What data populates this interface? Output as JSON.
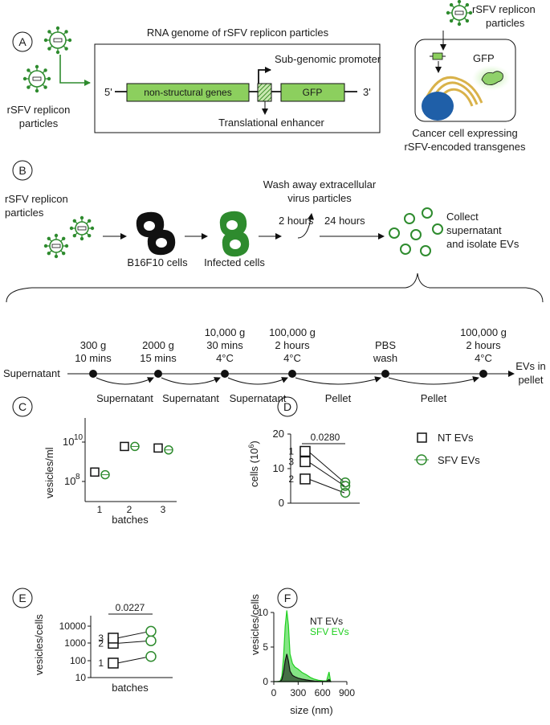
{
  "panels": [
    "A",
    "B",
    "C",
    "D",
    "E",
    "F"
  ],
  "colors": {
    "green": "#2e8b2e",
    "light_green": "#8fd16a",
    "bright_green": "#20d020",
    "gene_green": "#8ccf5e",
    "blue": "#1f5fa8",
    "gold": "#d9b24a",
    "black": "#111111"
  },
  "panel_a": {
    "particles_label_1": "rSFV replicon",
    "particles_label_2": "particles",
    "genome_title": "RNA genome of rSFV replicon particles",
    "five_prime": "5'",
    "three_prime": "3'",
    "nonstructural": "non-structural genes",
    "gfp": "GFP",
    "subgenomic": "Sub-genomic promoter",
    "enhancer": "Translational enhancer",
    "cell_particles_1": "rSFV replicon",
    "cell_particles_2": "particles",
    "cell_gfp": "GFP",
    "cell_caption_1": "Cancer cell expressing",
    "cell_caption_2": "rSFV-encoded transgenes"
  },
  "panel_b": {
    "particles_1": "rSFV replicon",
    "particles_2": "particles",
    "b16": "B16F10 cells",
    "infected": "Infected cells",
    "wash_1": "Wash away extracellular",
    "wash_2": "virus particles",
    "two_hours": "2 hours",
    "twentyfour_hours": "24 hours",
    "collect_1": "Collect",
    "collect_2": "supernatant",
    "collect_3": "and isolate EVs",
    "start": "Supernatant",
    "end_1": "EVs in",
    "end_2": "pellet",
    "steps": [
      {
        "lines": [
          "300 g",
          "10 mins"
        ]
      },
      {
        "lines": [
          "2000 g",
          "15 mins"
        ]
      },
      {
        "lines": [
          "10,000 g",
          "30 mins",
          "4°C"
        ]
      },
      {
        "lines": [
          "100,000 g",
          "2 hours",
          "4°C"
        ]
      },
      {
        "lines": [
          "PBS",
          "wash"
        ]
      },
      {
        "lines": [
          "100,000 g",
          "2 hours",
          "4°C"
        ]
      }
    ],
    "transfers": [
      "Supernatant",
      "Supernatant",
      "Supernatant",
      "Pellet",
      "Pellet"
    ]
  },
  "panel_c": {
    "ylabel": "vesicles/ml",
    "xlabel": "batches",
    "ytick_1": "10",
    "ytick_1_exp": "8",
    "ytick_2": "10",
    "ytick_2_exp": "10",
    "batch_labels": [
      "1",
      "2",
      "3"
    ],
    "nt_values": [
      300000000.0,
      6000000000.0,
      5000000000.0
    ],
    "sfv_values": [
      220000000.0,
      6000000000.0,
      4000000000.0
    ]
  },
  "panel_d": {
    "ylabel": "cells (10",
    "ylabel_exp": "6",
    "ylabel_end": ")",
    "yticks": [
      "0",
      "10",
      "20"
    ],
    "pvalue": "0.0280",
    "nt_values": [
      15,
      12,
      7
    ],
    "sfv_values": [
      6,
      5,
      3
    ],
    "point_labels": [
      "1",
      "3",
      "2"
    ],
    "legend_nt": "NT EVs",
    "legend_sfv": "SFV EVs"
  },
  "panel_e": {
    "ylabel": "vesicles/cells",
    "xlabel": "batches",
    "yticks": [
      "10",
      "100",
      "1000",
      "10000"
    ],
    "pvalue": "0.0227",
    "nt_values": [
      70,
      1000,
      2000
    ],
    "sfv_values": [
      170,
      1400,
      5000
    ],
    "point_labels": [
      "1",
      "2",
      "3"
    ]
  },
  "chart_data": {
    "type": "line",
    "ylabel": "vesicles/cells",
    "xlabel": "size (nm)",
    "xticks": [
      "0",
      "300",
      "600",
      "900"
    ],
    "yticks": [
      "0",
      "5",
      "10"
    ],
    "xlim": [
      0,
      900
    ],
    "ylim": [
      0,
      11
    ],
    "series": [
      {
        "name": "NT EVs",
        "x": [
          0,
          40,
          60,
          80,
          100,
          120,
          140,
          160,
          180,
          200,
          230,
          260,
          300,
          350,
          400,
          450,
          500,
          550,
          600,
          650,
          680,
          700
        ],
        "y": [
          0,
          0,
          0.02,
          0.05,
          0.3,
          1.3,
          3.0,
          4.0,
          3.0,
          1.5,
          0.9,
          0.7,
          0.5,
          0.35,
          0.25,
          0.15,
          0.08,
          0.05,
          0.03,
          0.02,
          0.3,
          0
        ]
      },
      {
        "name": "SFV EVs",
        "x": [
          0,
          40,
          60,
          80,
          100,
          120,
          140,
          160,
          180,
          200,
          230,
          260,
          300,
          350,
          400,
          450,
          500,
          550,
          600,
          650,
          680,
          700
        ],
        "y": [
          0,
          0,
          0.03,
          0.1,
          0.8,
          3.5,
          8.0,
          10.3,
          8.2,
          4.0,
          2.6,
          2.1,
          1.8,
          1.3,
          1.0,
          0.6,
          0.35,
          0.2,
          0.12,
          0.1,
          1.4,
          0
        ]
      }
    ]
  }
}
